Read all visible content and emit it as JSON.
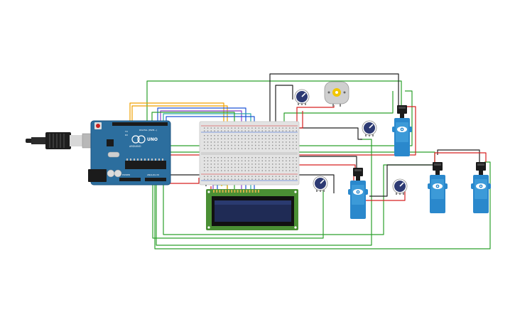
{
  "arduino": {
    "model_label": "UNO",
    "brand_label": "ARDUINO",
    "tx_label": "TX",
    "rx_label": "RX",
    "digital_label": "DIGITAL (PWM~)",
    "power_label": "POWER",
    "analog_label": "ANALOG IN"
  },
  "components": {
    "potentiometer_count": 4,
    "servo_count": 4,
    "dc_motor_count": 1
  },
  "colors": {
    "board_blue": "#2c6e9e",
    "breadboard": "#e3e3e3",
    "lcd_green": "#4a8f34",
    "lcd_screen": "#1f2b55",
    "servo_blue": "#2a88cc",
    "wire_green": "#2ca02c",
    "wire_red": "#d62020",
    "wire_black": "#222222",
    "wire_orange": "#f0a000",
    "wire_blue": "#1f55d6",
    "wire_purple": "#8a3fc7"
  }
}
